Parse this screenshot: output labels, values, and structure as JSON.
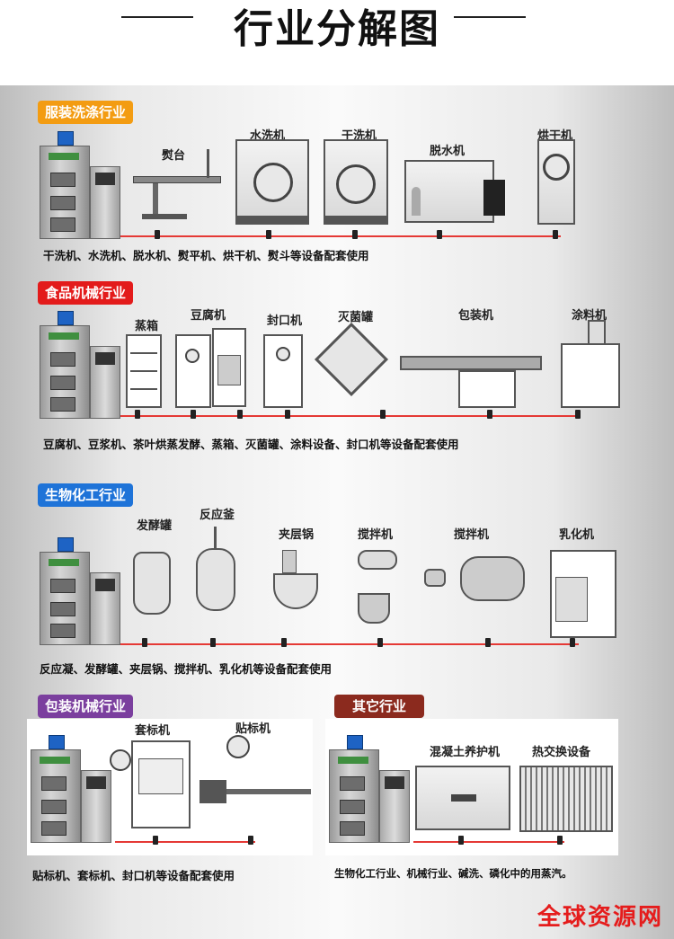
{
  "header": {
    "title": "行业分解图"
  },
  "sections": {
    "clothing": {
      "tag": "服装洗涤行业",
      "tag_color": "#f39c12",
      "labels": [
        "熨台",
        "水洗机",
        "干洗机",
        "脱水机",
        "烘干机"
      ],
      "caption": "干洗机、水洗机、脱水机、熨平机、烘干机、熨斗等设备配套使用"
    },
    "food": {
      "tag": "食品机械行业",
      "tag_color": "#e31b1b",
      "labels": [
        "蒸箱",
        "豆腐机",
        "封口机",
        "灭菌罐",
        "包装机",
        "涂料机"
      ],
      "caption": "豆腐机、豆浆机、茶叶烘蒸发酵、蒸箱、灭菌罐、涂料设备、封口机等设备配套使用"
    },
    "bio": {
      "tag": "生物化工行业",
      "tag_color": "#1e73d8",
      "labels": [
        "发酵罐",
        "反应釜",
        "夹层锅",
        "搅拌机",
        "搅拌机",
        "乳化机"
      ],
      "caption": "反应凝、发酵罐、夹层锅、搅拌机、乳化机等设备配套使用"
    },
    "packaging": {
      "tag": "包装机械行业",
      "tag_color": "#7b3f9e",
      "labels": [
        "套标机",
        "贴标机"
      ],
      "caption": "贴标机、套标机、封口机等设备配套使用"
    },
    "other": {
      "tag": "其它行业",
      "tag_color": "#8b2a1e",
      "labels": [
        "混凝土养护机",
        "热交换设备"
      ],
      "caption": "生物化工行业、机械行业、碱洗、磷化中的用蒸汽。"
    }
  },
  "watermark": "全球资源网",
  "colors": {
    "pipe": "#e53935"
  }
}
